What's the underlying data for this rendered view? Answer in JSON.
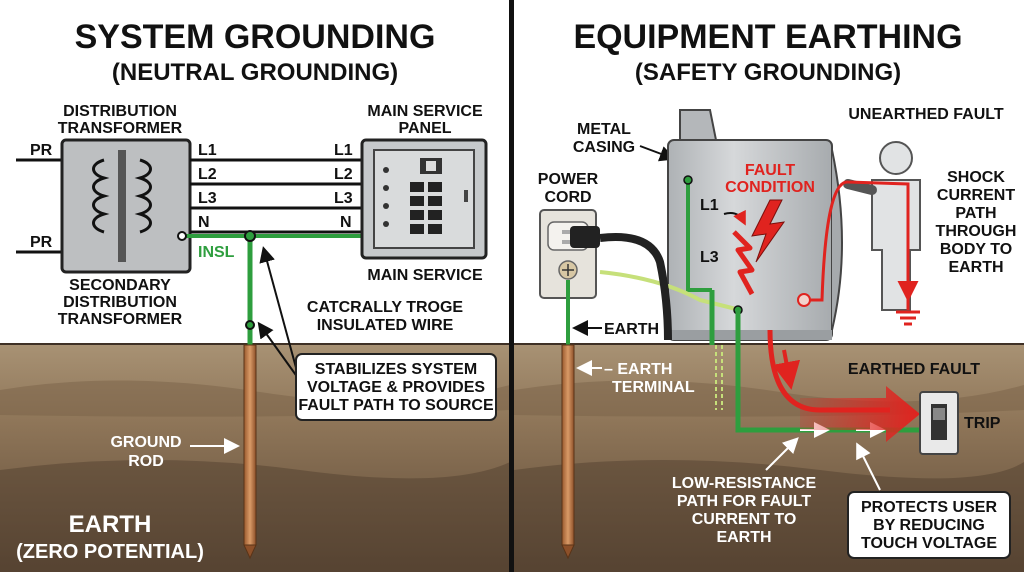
{
  "left": {
    "title": "SYSTEM GROUNDING",
    "subtitle": "(NEUTRAL GROUNDING)",
    "transformer_label_1": "DISTRIBUTION",
    "transformer_label_2": "TRANSFORMER",
    "pr_top": "PR",
    "pr_bottom": "PR",
    "line_labels_left": [
      "L1",
      "L2",
      "L3",
      "N"
    ],
    "line_labels_right": [
      "L1",
      "L2",
      "L3",
      "N"
    ],
    "insl_label": "INSL",
    "panel_label_1": "MAIN SERVICE",
    "panel_label_2": "PANEL",
    "main_service_label": "MAIN SERVICE",
    "secondary_label_1": "SECONDARY",
    "secondary_label_2": "DISTRIBUTION",
    "secondary_label_3": "TRANSFORMER",
    "wire_label_1": "CATCRALLY TROGE",
    "wire_label_2": "INSULATED WIRE",
    "callout_1": "STABILIZES SYSTEM",
    "callout_2": "VOLTAGE & PROVIDES",
    "callout_3": "FAULT PATH TO SOURCE",
    "ground_rod_1": "GROUND",
    "ground_rod_2": "ROD",
    "earth_1": "EARTH",
    "earth_2": "(ZERO POTENTIAL)"
  },
  "right": {
    "title": "EQUIPMENT EARTHING",
    "subtitle": "(SAFETY GROUNDING)",
    "metal_1": "METAL",
    "metal_2": "CASING",
    "fault_1": "FAULT",
    "fault_2": "CONDITION",
    "unearthed": "UNEARTHED FAULT",
    "power_1": "POWER",
    "power_2": "CORD",
    "l1": "L1",
    "l3": "L3",
    "shock_1": "SHOCK",
    "shock_2": "CURRENT",
    "shock_3": "PATH",
    "shock_4": "THROUGH",
    "shock_5": "BODY TO",
    "shock_6": "EARTH",
    "earth_wire": "EARTH",
    "earth_terminal_1": "– EARTH",
    "earth_terminal_2": "TERMINAL",
    "earthed_fault": "EARTHED FAULT",
    "trip": "TRIP",
    "low_res_1": "LOW-RESISTANCE",
    "low_res_2": "PATH FOR FAULT",
    "low_res_3": "CURRENT TO",
    "low_res_4": "EARTH",
    "protects_1": "PROTECTS USER",
    "protects_2": "BY REDUCING",
    "protects_3": "TOUCH VOLTAGE"
  },
  "colors": {
    "earth_green": "#2e9e3e",
    "fault_red": "#e0231f",
    "copper": "#b8713f",
    "soil": "#8a6f52",
    "metal": "#c9ccce"
  }
}
